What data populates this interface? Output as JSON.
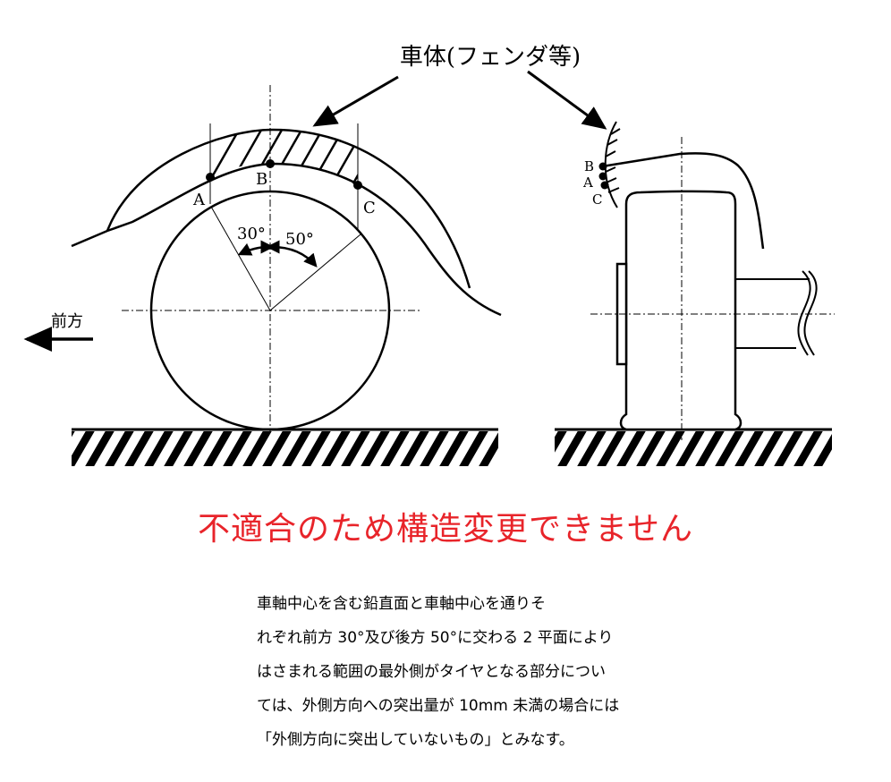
{
  "diagram": {
    "callout": "車体(フェンダ等)",
    "forward_label": "前方",
    "points": {
      "a": "A",
      "b": "B",
      "c": "C"
    },
    "angles": {
      "front": "30°",
      "rear": "50°"
    }
  },
  "warning": "不適合のため構造変更できません",
  "description": [
    "車軸中心を含む鉛直面と車軸中心を通りそ",
    "れぞれ前方 30°及び後方 50°に交わる 2 平面により",
    "はさまれる範囲の最外側がタイヤとなる部分につい",
    "ては、外側方向への突出量が 10mm 未満の場合には",
    "「外側方向に突出していないもの」とみなす。"
  ],
  "colors": {
    "warning": "#e8242a",
    "line": "#000000"
  }
}
